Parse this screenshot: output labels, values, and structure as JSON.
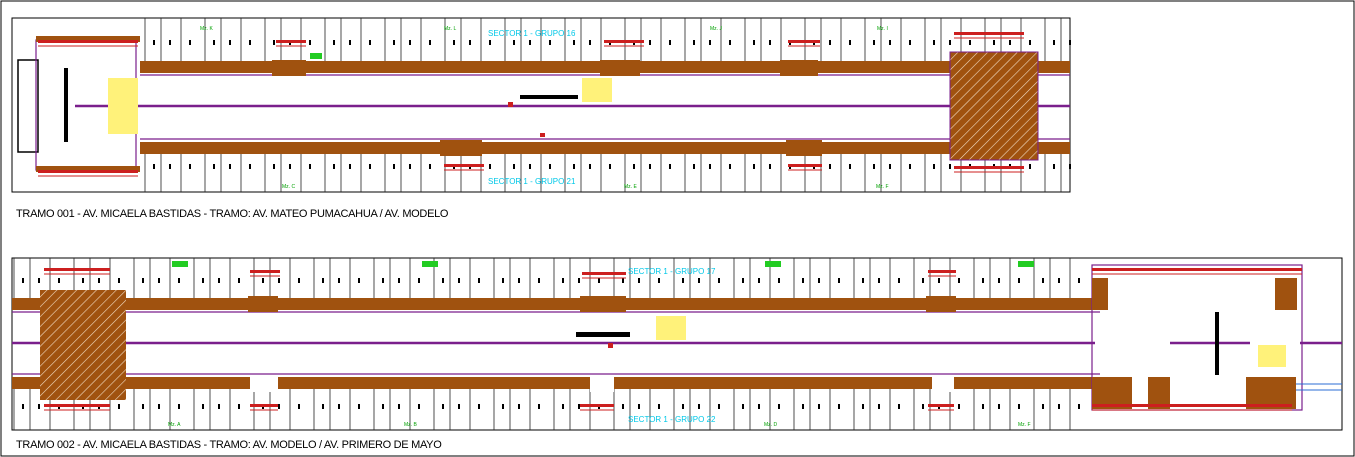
{
  "tramo_001": {
    "caption": "TRAMO 001 - AV. MICAELA BASTIDAS - TRAMO: AV. MATEO PUMACAHUA / AV. MODELO",
    "sector_top": "SECTOR 1 - GRUPO 16",
    "sector_bottom": "SECTOR 1 - GRUPO 21",
    "mz_top": [
      "Mz. K",
      "Mz. L",
      "Mz. J",
      "Mz. I"
    ],
    "mz_bottom": [
      "Mz. C",
      "Mz. E",
      "Mz. F"
    ]
  },
  "tramo_002": {
    "caption": "TRAMO 002 - AV. MICAELA BASTIDAS - TRAMO: AV. MODELO / AV. PRIMERO DE MAYO",
    "sector_top": "SECTOR 1 - GRUPO 17",
    "sector_bottom": "SECTOR 1 - GRUPO 22",
    "mz_bottom": [
      "Mz. A",
      "Mz. B",
      "Mz. D",
      "Mz. F"
    ]
  },
  "colors": {
    "sidewalk": "#a0520f",
    "centerline": "#7a1f8c",
    "sector_label": "#00c8e8",
    "mz_label": "#00a000",
    "lot_line": "#222222",
    "sign": "#fff27a",
    "green_marker": "#22cc22",
    "red_detail": "#cc1f1f"
  }
}
